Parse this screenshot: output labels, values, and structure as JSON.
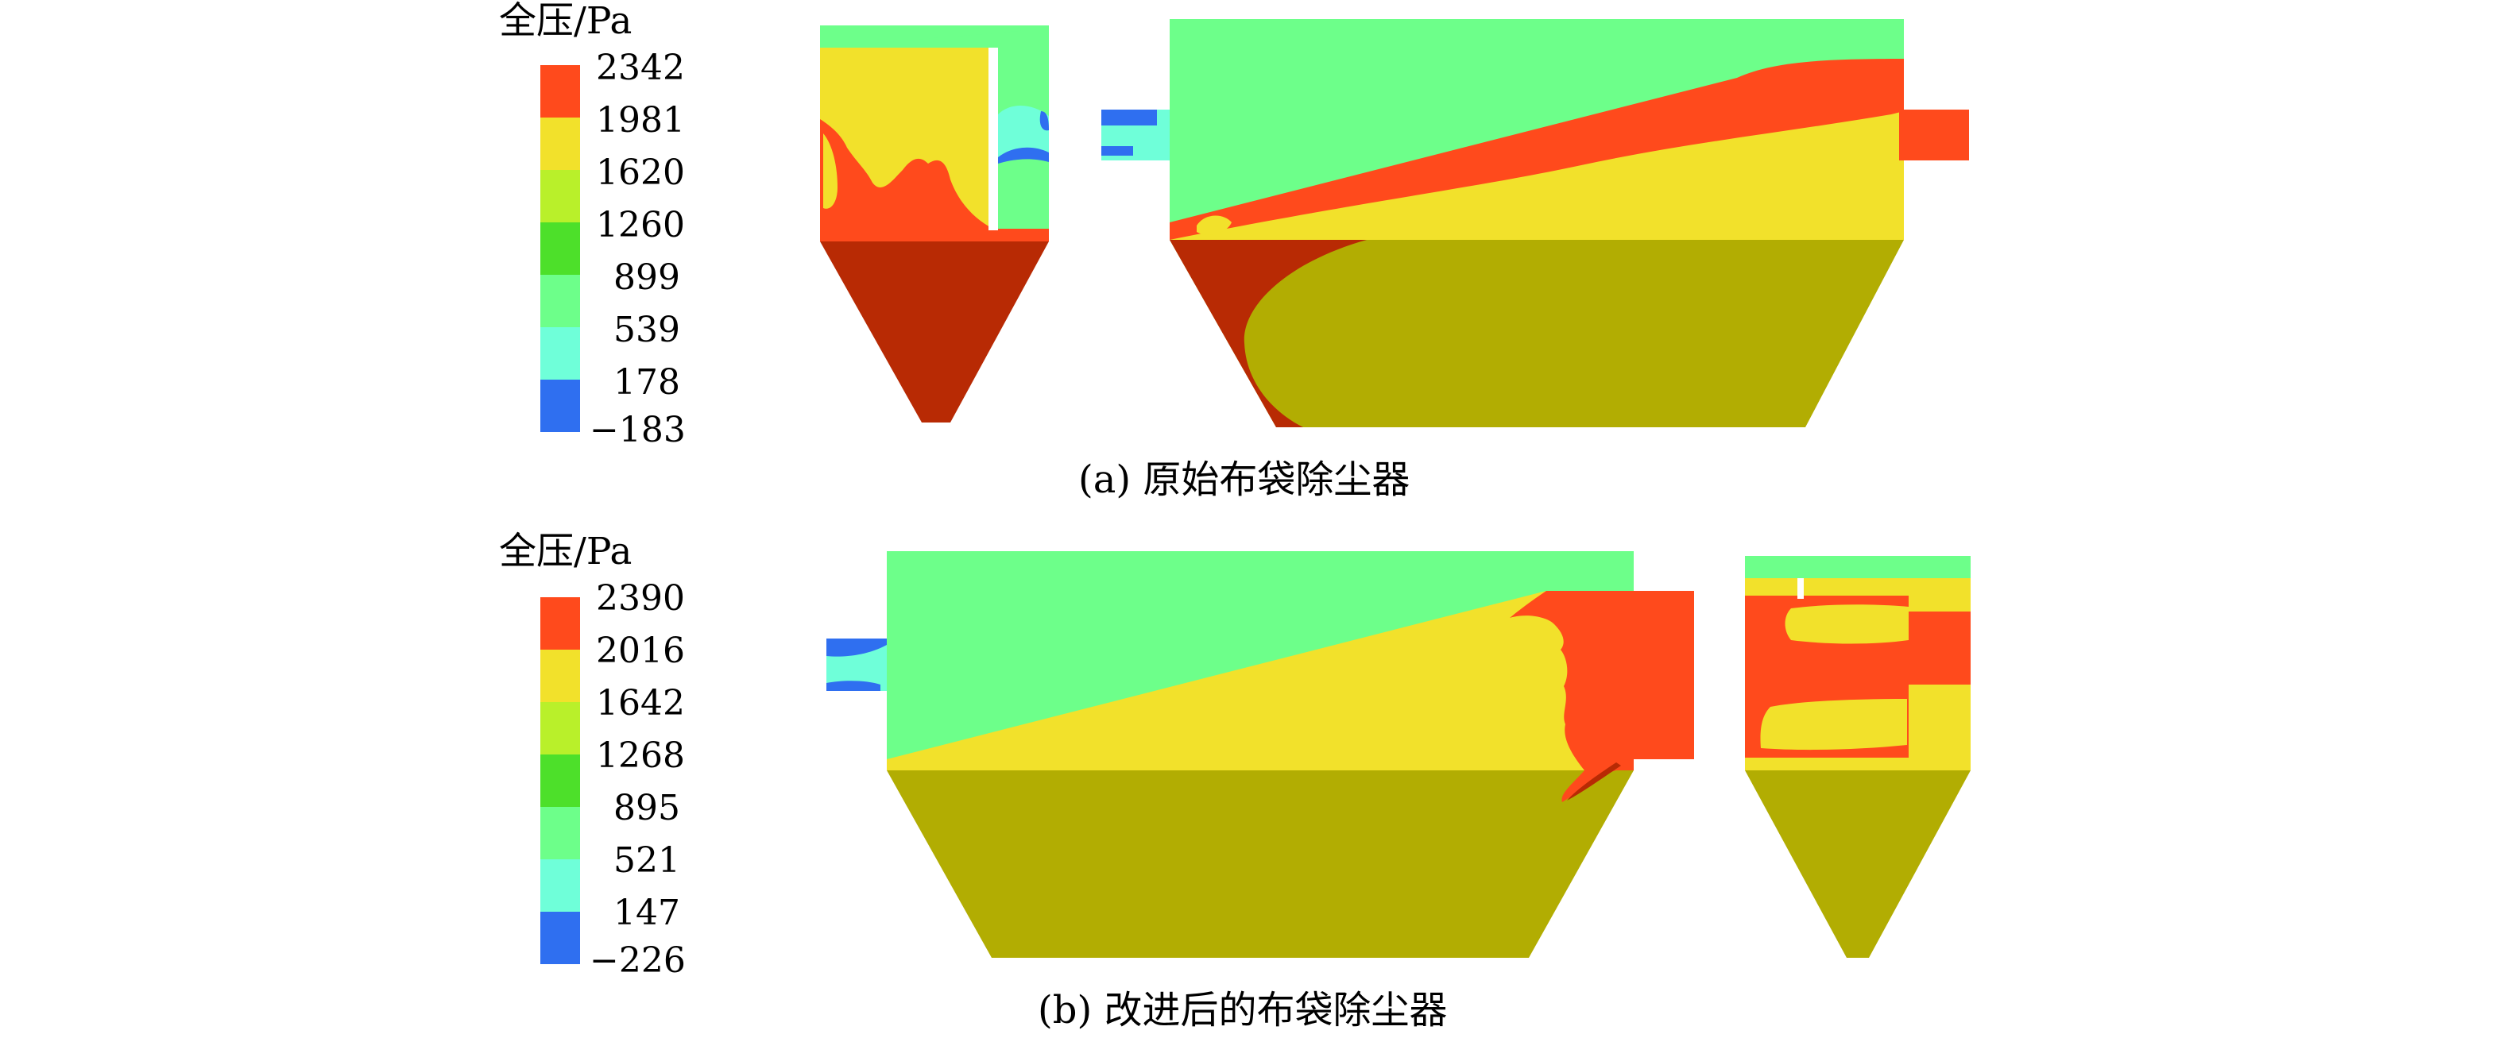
{
  "panels": [
    {
      "id": "a",
      "legend_title": "全压/Pa",
      "legend_ticks": [
        "2342",
        "1981",
        "1620",
        "1260",
        "899",
        "539",
        "178",
        "−183"
      ],
      "caption": "(a) 原始布袋除尘器"
    },
    {
      "id": "b",
      "legend_title": "全压/Pa",
      "legend_ticks": [
        "2390",
        "2016",
        "1642",
        "1268",
        "895",
        "521",
        "147",
        "−226"
      ],
      "caption": "(b) 改进后的布袋除尘器"
    }
  ],
  "colors": {
    "red": "#FF4A1C",
    "yellow": "#F2E12B",
    "yellow_green": "#B9F02A",
    "green": "#4DE02A",
    "mint": "#6DFF8A",
    "cyan": "#6FFFD9",
    "blue": "#2F6FF0",
    "dark_red": "#B82A04",
    "olive": "#B2AD02",
    "wall": "#FFFFFF"
  }
}
